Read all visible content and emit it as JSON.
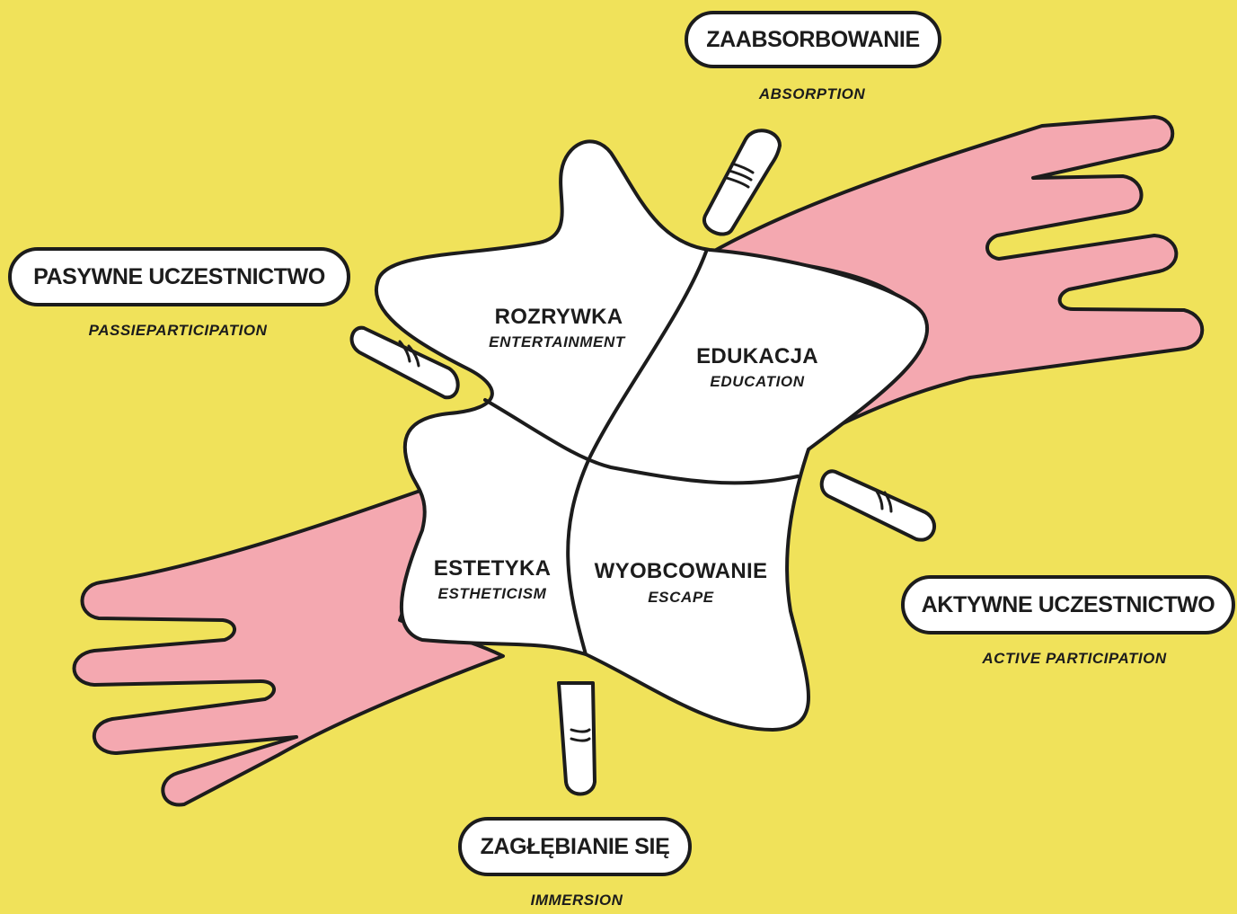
{
  "axes": {
    "top": {
      "label": "ZAABSORBOWANIE",
      "translation": "ABSORPTION"
    },
    "left": {
      "label": "PASYWNE UCZESTNICTWO",
      "translation": "PASSIEPARTICIPATION"
    },
    "right": {
      "label": "AKTYWNE UCZESTNICTWO",
      "translation": "ACTIVE PARTICIPATION"
    },
    "bottom": {
      "label": "ZAGŁĘBIANIE SIĘ",
      "translation": "IMMERSION"
    }
  },
  "quadrants": {
    "top_left": {
      "label": "ROZRYWKA",
      "translation": "ENTERTAINMENT"
    },
    "top_right": {
      "label": "EDUKACJA",
      "translation": "EDUCATION"
    },
    "bottom_left": {
      "label": "ESTETYKA",
      "translation": "ESTHETICISM"
    },
    "bottom_right": {
      "label": "WYOBCOWANIE",
      "translation": "ESCAPE"
    }
  },
  "colors": {
    "background": "#F0E25A",
    "arm": "#F4A8B0",
    "shape_fill": "#FFFFFF",
    "outline": "#1C1C1C"
  }
}
